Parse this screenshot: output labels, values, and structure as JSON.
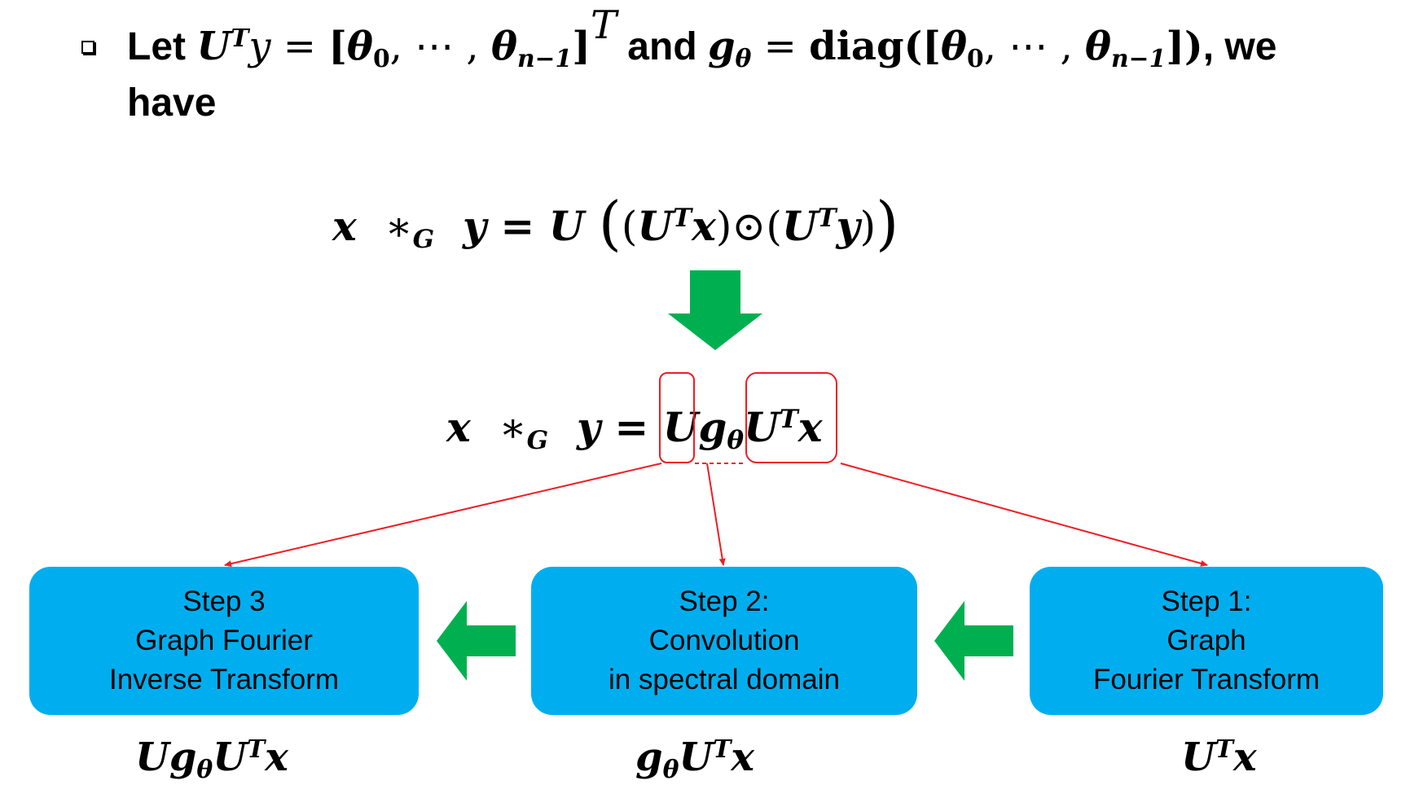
{
  "intro": {
    "let_word": "Let",
    "and_word": "and",
    "we_word": ", we",
    "have_word": "have",
    "U": "U",
    "T": "T",
    "y": "y",
    "eq": " = ",
    "theta0": "θ",
    "sub0": "0",
    "cdots": ", ⋯ , ",
    "thetan": "θ",
    "subn": "n−1",
    "g": "g",
    "subtheta": "θ",
    "diag": "diag"
  },
  "equation_top": {
    "lhs_x": "x",
    "op": "∗",
    "op_sub": "G",
    "lhs_y": "y",
    "eq": "=",
    "U": "U",
    "T": "T",
    "x": "x",
    "y": "y",
    "odot": "⊙"
  },
  "equation_mid": {
    "lhs_x": "x",
    "op": "∗",
    "op_sub": "G",
    "lhs_y": "y",
    "eq": "=",
    "U": "U",
    "g": "g",
    "g_sub": "θ",
    "T": "T",
    "x": "x"
  },
  "steps": [
    {
      "lines": [
        "Step 3",
        "Graph Fourier",
        "Inverse Transform"
      ]
    },
    {
      "lines": [
        "Step 2:",
        "Convolution",
        "in spectral domain"
      ]
    },
    {
      "lines": [
        "Step 1:",
        "Graph",
        "Fourier Transform"
      ]
    }
  ],
  "formulas": {
    "step3": {
      "U": "U",
      "g": "g",
      "sub": "θ",
      "U2": "U",
      "T": "T",
      "x": "x"
    },
    "step2": {
      "g": "g",
      "sub": "θ",
      "U": "U",
      "T": "T",
      "x": "x"
    },
    "step1": {
      "U": "U",
      "T": "T",
      "x": "x"
    }
  },
  "colors": {
    "box_fill": "#00aeef",
    "arrow_green": "#00b050",
    "connector_red": "#ee1c25"
  }
}
